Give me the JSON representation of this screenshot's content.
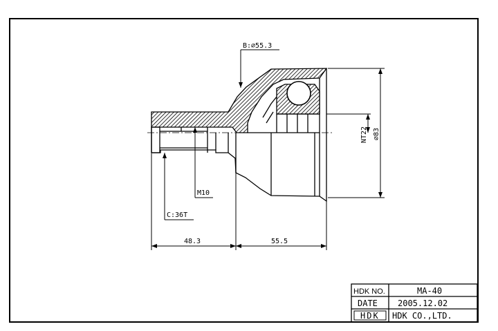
{
  "dimensions": {
    "bore": "B:∅55.3",
    "spline_count": "NT22",
    "outer_diameter": "∅83",
    "thread": "M10",
    "stem_spline": "C:36T",
    "stem_length": "48.3",
    "body_length": "55.5"
  },
  "title_block": {
    "part_no_label": "HDK NO.",
    "part_no_value": "MA-40",
    "date_label": "DATE",
    "date_value": "2005.12.02",
    "logo_text": "HDK",
    "company": "HDK CO.,LTD."
  }
}
